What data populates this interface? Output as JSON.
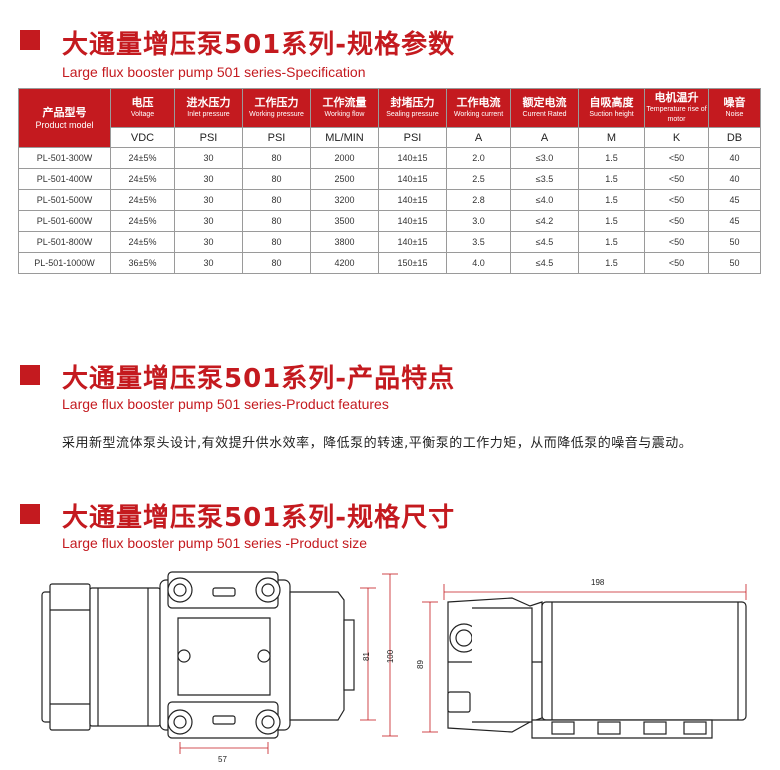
{
  "section1": {
    "title": "大通量增压泵501系列-规格参数",
    "subtitle": "Large flux booster pump 501 series-Specification"
  },
  "table": {
    "headers": [
      {
        "cn": "产品型号",
        "en": "Product model"
      },
      {
        "cn": "电压",
        "en": "Voltage"
      },
      {
        "cn": "进水压力",
        "en": "Inlet pressure"
      },
      {
        "cn": "工作压力",
        "en": "Working pressure"
      },
      {
        "cn": "工作流量",
        "en": "Working flow"
      },
      {
        "cn": "封堵压力",
        "en": "Sealing pressure"
      },
      {
        "cn": "工作电流",
        "en": "Working current"
      },
      {
        "cn": "额定电流",
        "en": "Current Rated"
      },
      {
        "cn": "自吸高度",
        "en": "Suction height"
      },
      {
        "cn": "电机温升",
        "en": "Temperature rise of motor"
      },
      {
        "cn": "噪音",
        "en": "Noise"
      }
    ],
    "units": [
      "VDC",
      "PSI",
      "PSI",
      "ML/MIN",
      "PSI",
      "A",
      "A",
      "M",
      "K",
      "DB"
    ],
    "rows": [
      [
        "PL-501-300W",
        "24±5%",
        "30",
        "80",
        "2000",
        "140±15",
        "2.0",
        "≤3.0",
        "1.5",
        "<50",
        "40"
      ],
      [
        "PL-501-400W",
        "24±5%",
        "30",
        "80",
        "2500",
        "140±15",
        "2.5",
        "≤3.5",
        "1.5",
        "<50",
        "40"
      ],
      [
        "PL-501-500W",
        "24±5%",
        "30",
        "80",
        "3200",
        "140±15",
        "2.8",
        "≤4.0",
        "1.5",
        "<50",
        "45"
      ],
      [
        "PL-501-600W",
        "24±5%",
        "30",
        "80",
        "3500",
        "140±15",
        "3.0",
        "≤4.2",
        "1.5",
        "<50",
        "45"
      ],
      [
        "PL-501-800W",
        "24±5%",
        "30",
        "80",
        "3800",
        "140±15",
        "3.5",
        "≤4.5",
        "1.5",
        "<50",
        "50"
      ],
      [
        "PL-501-1000W",
        "36±5%",
        "30",
        "80",
        "4200",
        "150±15",
        "4.0",
        "≤4.5",
        "1.5",
        "<50",
        "50"
      ]
    ]
  },
  "section2": {
    "title": "大通量增压泵501系列-产品特点",
    "subtitle": "Large flux booster pump 501 series-Product features",
    "body": "采用新型流体泵头设计,有效提升供水效率，降低泵的转速,平衡泵的工作力矩，从而降低泵的噪音与震动。"
  },
  "section3": {
    "title": "大通量增压泵501系列-规格尺寸",
    "subtitle": "Large flux booster pump 501 series -Product size"
  },
  "dimensions": {
    "front": {
      "width": "57",
      "height_inner": "81",
      "height_outer": "100"
    },
    "side": {
      "length": "198",
      "height": "89"
    }
  },
  "colors": {
    "accent": "#c41a1f",
    "line": "#c41a1f"
  }
}
